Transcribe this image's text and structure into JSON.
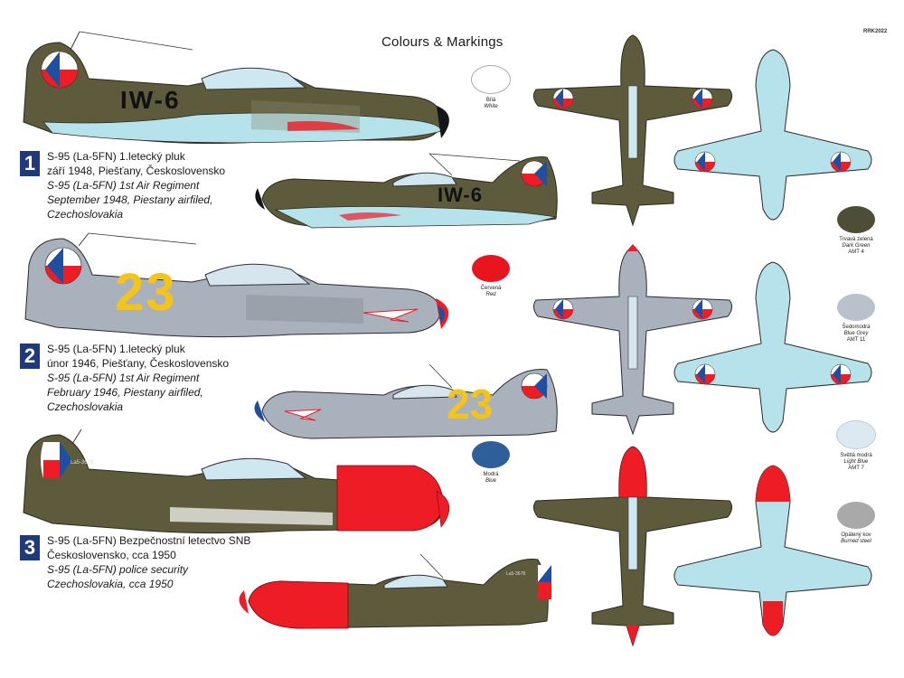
{
  "page": {
    "title": "Colours & Markings",
    "code": "RRK2022"
  },
  "schemes": [
    {
      "number": "1",
      "lines": [
        "S-95 (La-5FN) 1.letecký pluk",
        "září 1948, Piešťany, Československo"
      ],
      "lines_en": [
        "S-95 (La-5FN) 1st Air Regiment",
        "September 1948, Piestany airfiled,",
        "Czechoslovakia"
      ],
      "marking": "IW-6"
    },
    {
      "number": "2",
      "lines": [
        "S-95 (La-5FN) 1.letecký pluk",
        "únor 1946, Piešťany, Československo"
      ],
      "lines_en": [
        "S-95 (La-5FN) 1st Air Regiment",
        "February 1946, Piestany airfiled,",
        "Czechoslovakia"
      ],
      "marking": "23"
    },
    {
      "number": "3",
      "lines": [
        "S-95 (La-5FN) Bezpečnostní letectvo SNB",
        "Československo, cca 1950"
      ],
      "lines_en": [
        "S-95 (La-5FN) police security",
        "Czechoslovakia, cca 1950"
      ],
      "marking": "La5-3678"
    }
  ],
  "swatches": [
    {
      "name": "Bílá",
      "en": "White",
      "color": "#ffffff"
    },
    {
      "name": "Červená",
      "en": "Red",
      "color": "#e8141e"
    },
    {
      "name": "Modrá",
      "en": "Blue",
      "color": "#2f5f9a"
    },
    {
      "name": "Trvavá zelená",
      "en": "Dark Green",
      "code": "AMT 4",
      "color": "#4e4d35"
    },
    {
      "name": "Šedomodrá",
      "en": "Blue Grey",
      "code": "AMT 11",
      "color": "#b9c1cc"
    },
    {
      "name": "Světlá modrá",
      "en": "Light Blue",
      "code": "AMT 7",
      "color": "#dde9f2"
    },
    {
      "name": "Opálený kov",
      "en": "Burned steel",
      "color": "#a9a9a9"
    }
  ],
  "colors": {
    "green": "#5d5b3b",
    "grey": "#a9b1bd",
    "light_blue": "#b6e2ec",
    "red": "#ee1c25",
    "blue": "#1f4fa0",
    "yellow": "#f4c41a",
    "spinner_black": "#151515"
  }
}
